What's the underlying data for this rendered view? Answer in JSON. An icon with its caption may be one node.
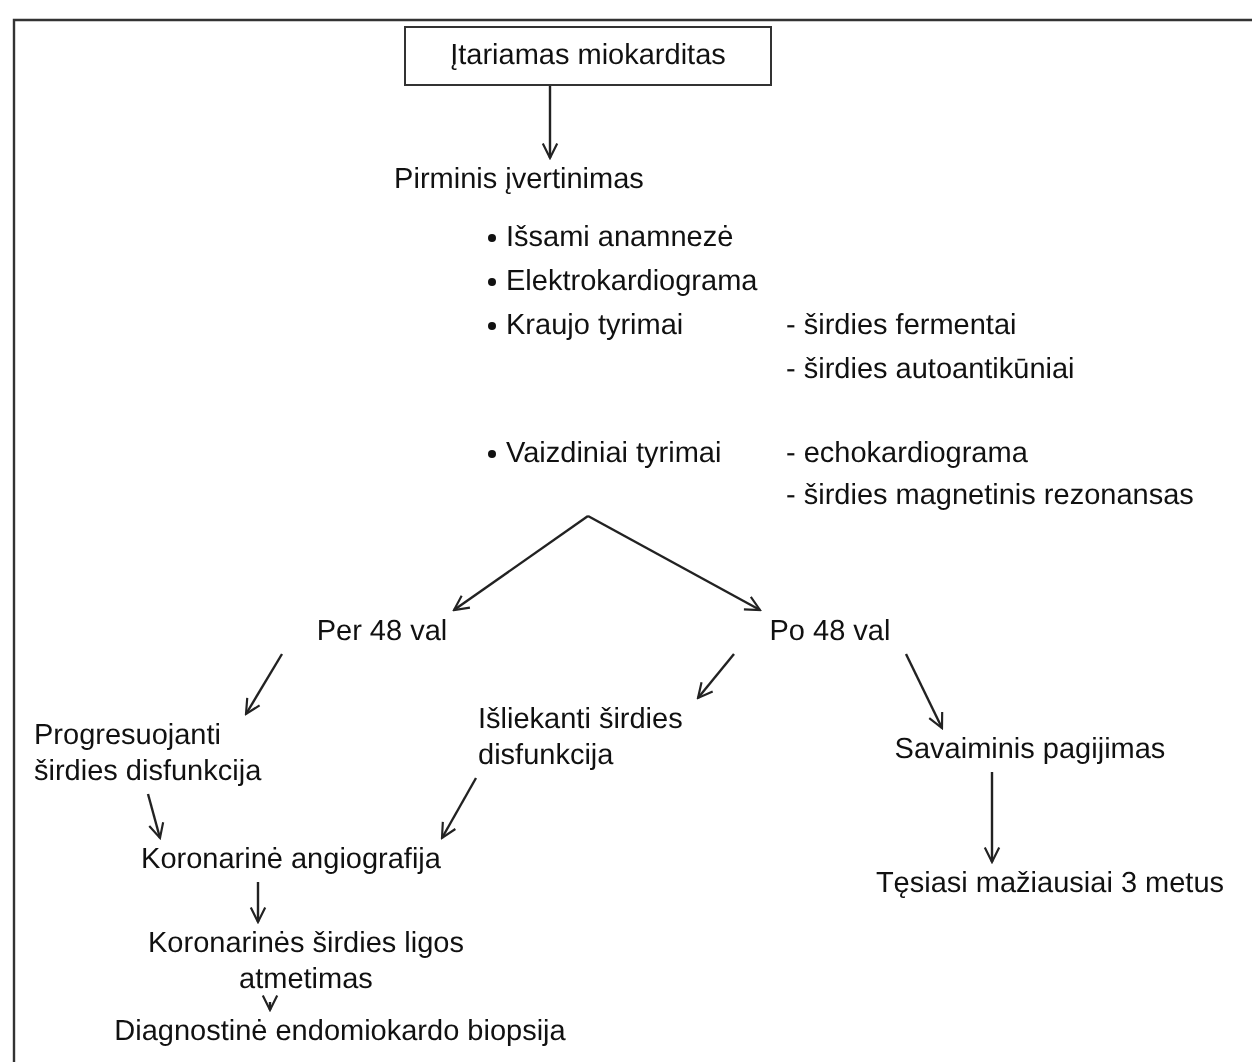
{
  "diagram": {
    "nodes": [
      {
        "text": [
          "Įtariamas miokarditas"
        ]
      },
      {
        "text": [
          "Pirminis įvertinimas"
        ]
      },
      {
        "text": [
          "Išsami anamnezė",
          "Elektrokardiograma",
          "Kraujo tyrimai",
          "- širdies fermentai",
          "- širdies autoantikūniai",
          "Vaizdiniai tyrimai",
          "- echokardiograma",
          "- širdies magnetinis rezonansas"
        ]
      },
      {
        "text": [
          "Per 48 val"
        ]
      },
      {
        "text": [
          "Po 48 val"
        ]
      },
      {
        "text": [
          "Progresuojanti širdies disfunkcija"
        ]
      },
      {
        "text": [
          "Išliekanti širdies disfunkcija"
        ]
      },
      {
        "text": [
          "Savaiminis pagijimas"
        ]
      },
      {
        "text": [
          "Koronarinė angiografija"
        ]
      },
      {
        "text": [
          "Koronarinės širdies ligos atmetimas"
        ]
      },
      {
        "text": [
          "Diagnostinė endomiokardo biopsija"
        ]
      },
      {
        "text": [
          "Tęsiasi mažiausiai 3 metus"
        ]
      }
    ],
    "edges": [
      {
        "from": 0,
        "to": 1,
        "arrow": "to"
      },
      {
        "from": 2,
        "to": 3,
        "arrow": "to"
      },
      {
        "from": 2,
        "to": 4,
        "arrow": "to"
      },
      {
        "from": 3,
        "to": 5,
        "arrow": "to"
      },
      {
        "from": 4,
        "to": 6,
        "arrow": "to"
      },
      {
        "from": 4,
        "to": 7,
        "arrow": "to"
      },
      {
        "from": 5,
        "to": 8,
        "arrow": "to"
      },
      {
        "from": 6,
        "to": 8,
        "arrow": "to"
      },
      {
        "from": 8,
        "to": 9,
        "arrow": "to"
      },
      {
        "from": 9,
        "to": 10,
        "arrow": "to"
      },
      {
        "from": 7,
        "to": 11,
        "arrow": "to"
      }
    ]
  }
}
